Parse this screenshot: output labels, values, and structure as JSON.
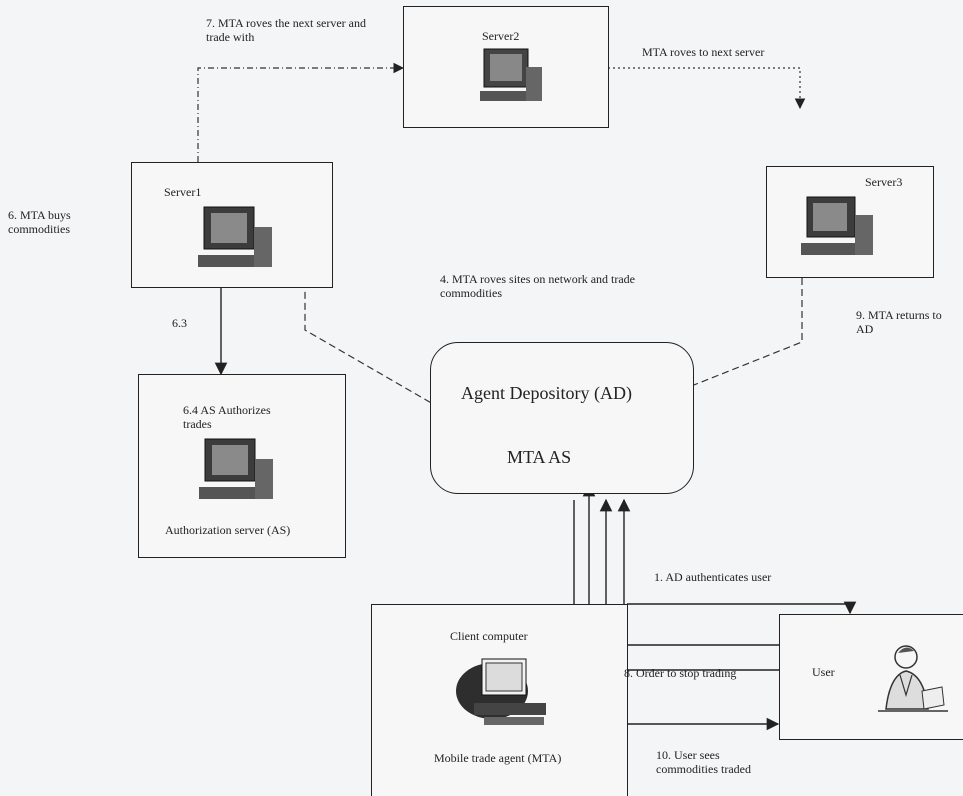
{
  "nodes": {
    "server1": {
      "title": "Server1"
    },
    "server2": {
      "title": "Server2"
    },
    "server3": {
      "title": "Server3"
    },
    "auth_server": {
      "title": "Authorization server (AS)",
      "note": "6.4 AS Authorizes trades"
    },
    "agent_depository": {
      "title": "Agent Depository (AD)",
      "subtitle": "MTA AS"
    },
    "client": {
      "title": "Client computer",
      "caption": "Mobile trade agent (MTA)"
    },
    "user": {
      "title": "User"
    }
  },
  "steps": {
    "s1": "1. AD authenticates user",
    "s4": "4. MTA roves sites on network and trade commodities",
    "s6": "6. MTA buys commodities",
    "s63": "6.3",
    "s7": "7. MTA roves the next server and trade with",
    "s8": "8. Order to stop trading",
    "s9": "9. MTA returns to AD",
    "s10": "10. User sees commodities traded",
    "roves_next": "MTA roves to next server"
  },
  "icons": {
    "server1": "computer-icon",
    "server2": "computer-icon",
    "server3": "computer-icon",
    "auth_server": "computer-icon",
    "client": "computer-icon",
    "user": "person-at-desk-icon"
  }
}
